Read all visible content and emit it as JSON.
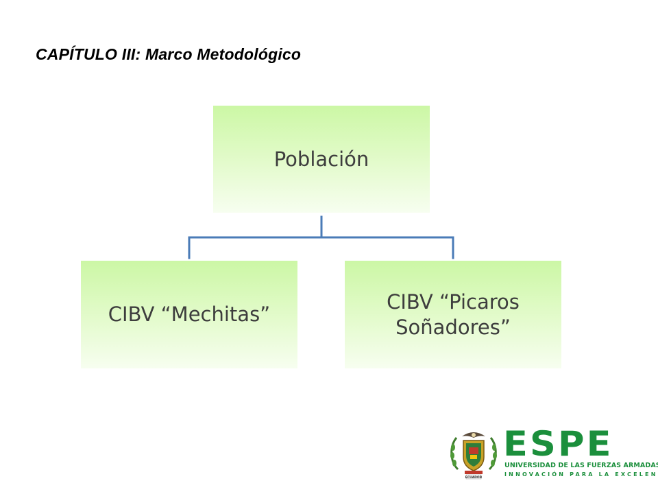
{
  "slide": {
    "title": "CAPÍTULO III: Marco Metodológico"
  },
  "diagram": {
    "root": {
      "label": "Población"
    },
    "children": [
      {
        "label": "CIBV “Mechitas”"
      },
      {
        "label": "CIBV “Picaros Soñadores”"
      }
    ],
    "colors": {
      "node_fill_top": "#ccf7a5",
      "node_fill_bottom": "#f7fef0",
      "connector": "#4a7bb7",
      "text": "#3d3d3d"
    }
  },
  "logo": {
    "wordmark": "ESPE",
    "university": "UNIVERSIDAD DE LAS FUERZAS ARMADAS",
    "tagline": "INNOVACIÓN PARA LA EXCELENCIA",
    "seal_text": "ECUADOR",
    "brand_color": "#1b8f3c"
  }
}
